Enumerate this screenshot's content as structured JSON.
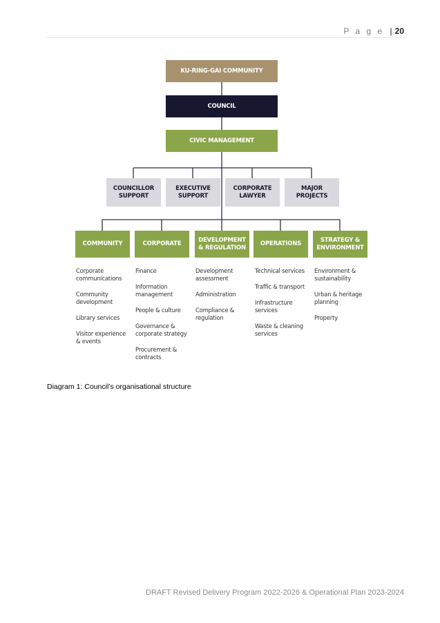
{
  "header": {
    "page_word": "P a g e",
    "separator": "|",
    "page_number": "20"
  },
  "diagram": {
    "top": [
      {
        "label": "KU-RING-GAI COMMUNITY",
        "color": "#a8926e"
      },
      {
        "label": "COUNCIL",
        "color": "#171830"
      },
      {
        "label": "CIVIC MANAGEMENT",
        "color": "#8ba54a"
      }
    ],
    "support_color": "#d9d9de",
    "support": [
      {
        "label": "COUNCILLOR\nSUPPORT"
      },
      {
        "label": "EXECUTIVE\nSUPPORT"
      },
      {
        "label": "CORPORATE\nLAWYER"
      },
      {
        "label": "MAJOR\nPROJECTS"
      }
    ],
    "division_color": "#8ba54a",
    "divisions": [
      {
        "label": "COMMUNITY",
        "items": [
          "Corporate\ncommunications",
          "Community\ndevelopment",
          "Library services",
          "Visitor experience\n& events"
        ]
      },
      {
        "label": "CORPORATE",
        "items": [
          "Finance",
          "Information\nmanagement",
          "People & culture",
          "Governance &\ncorporate strategy",
          "Procurement &\ncontracts"
        ]
      },
      {
        "label": "DEVELOPMENT\n& REGULATION",
        "items": [
          "Development\nassessment",
          "Administration",
          "Compliance &\nregulation"
        ]
      },
      {
        "label": "OPERATIONS",
        "items": [
          "Technical services",
          "Traffic & transport",
          "Infrastructure\nservices",
          "Waste & cleaning\nservices"
        ]
      },
      {
        "label": "STRATEGY &\nENVIRONMENT",
        "items": [
          "Environment &\nsustainability",
          "Urban & heritage\nplanning",
          "Property"
        ]
      }
    ]
  },
  "caption": "Diagram 1: Council’s organisational structure",
  "footer": "DRAFT Revised Delivery Program 2022-2026 & Operational Plan 2023-2024"
}
